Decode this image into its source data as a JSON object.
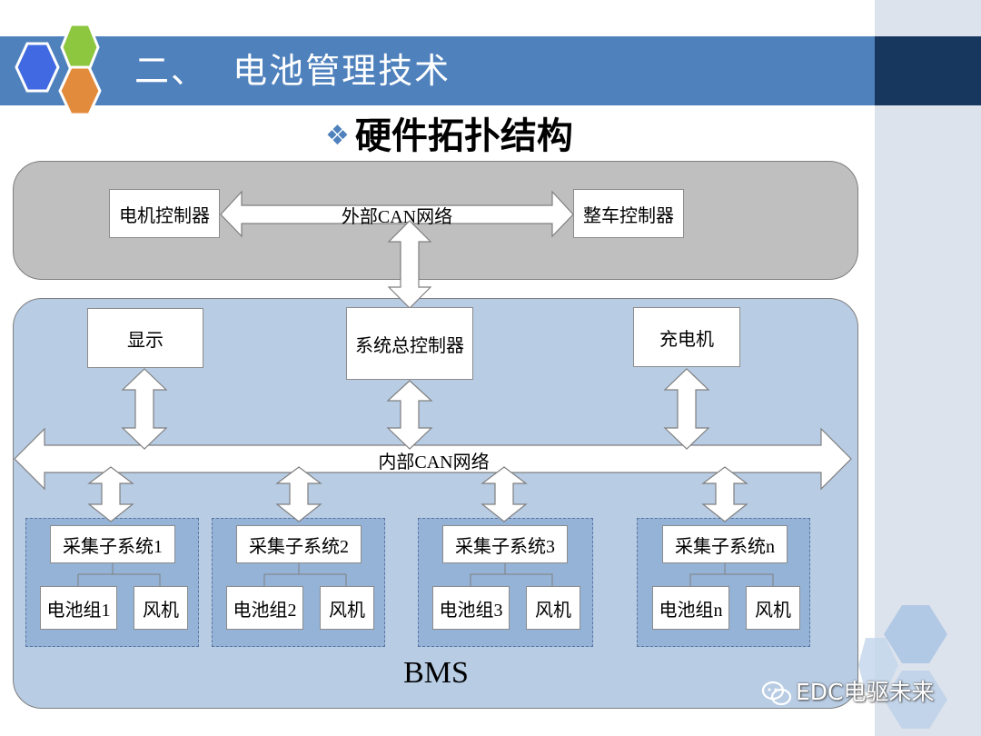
{
  "slide": {
    "title": "二、  电池管理技术",
    "subtitle": "硬件拓扑结构",
    "subtitle_bullet": "❖"
  },
  "colors": {
    "title_band": "#4f81bd",
    "title_band_dark": "#17375e",
    "top_panel": "#bfbfbf",
    "bms_panel": "#b8cce4",
    "subsystem_fill": "#95b3d7",
    "hex_blue": "#4169e1",
    "hex_green": "#8dc63f",
    "hex_orange": "#e38b3d"
  },
  "diagram": {
    "external_network": "外部CAN网络",
    "motor_controller": "电机控制器",
    "vehicle_controller": "整车控制器",
    "display": "显示",
    "system_controller": "系统总控制器",
    "charger": "充电机",
    "internal_network": "内部CAN网络",
    "bms_label": "BMS",
    "subsystems": [
      {
        "name": "采集子系统1",
        "battery": "电池组1",
        "fan": "风机"
      },
      {
        "name": "采集子系统2",
        "battery": "电池组2",
        "fan": "风机"
      },
      {
        "name": "采集子系统3",
        "battery": "电池组3",
        "fan": "风机"
      },
      {
        "name": "采集子系统n",
        "battery": "电池组n",
        "fan": "风机"
      }
    ]
  },
  "watermark": {
    "text": "EDC电驱未来",
    "icon": "wechat-icon"
  }
}
